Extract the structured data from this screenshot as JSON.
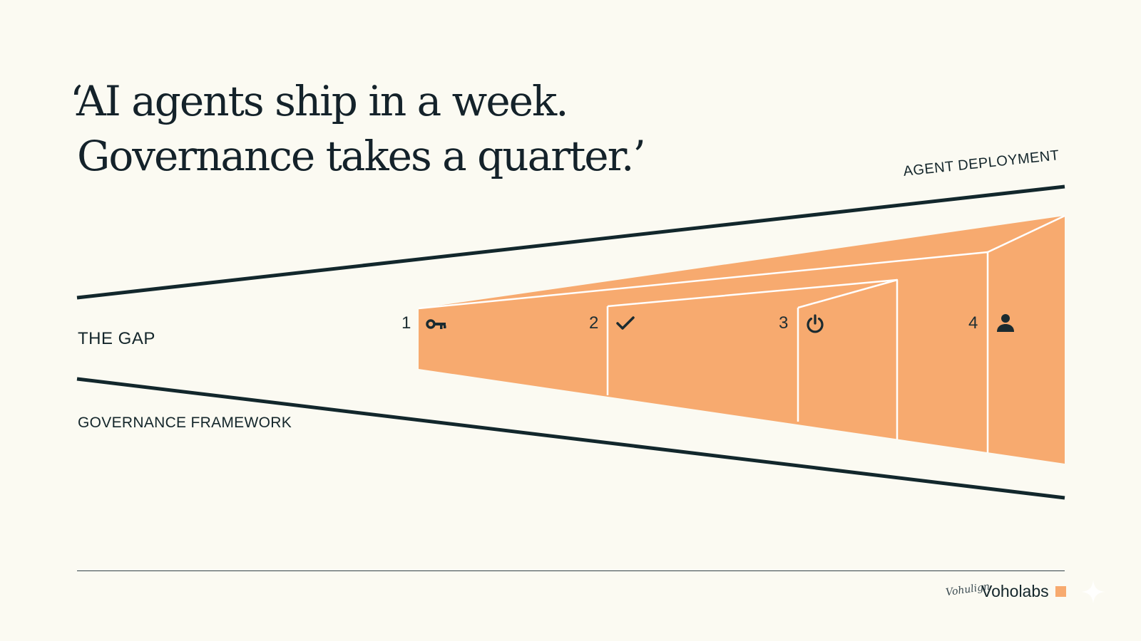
{
  "headline": {
    "line1": "‘AI agents ship in a week.",
    "line2": "Governance takes a quarter.’"
  },
  "labels": {
    "agent_deployment": "AGENT DEPLOYMENT",
    "the_gap": "THE GAP",
    "governance_framework": "GOVERNANCE FRAMEWORK"
  },
  "steps": [
    {
      "number": "1",
      "icon": "key-icon"
    },
    {
      "number": "2",
      "icon": "check-icon"
    },
    {
      "number": "3",
      "icon": "power-icon"
    },
    {
      "number": "4",
      "icon": "person-icon"
    }
  ],
  "footer": {
    "signature": "Vohulign",
    "brand": "Voholabs"
  },
  "colors": {
    "background": "#FBFAF2",
    "wedge": "#F7AA6F",
    "line": "#12272C",
    "text": "#14262B"
  }
}
